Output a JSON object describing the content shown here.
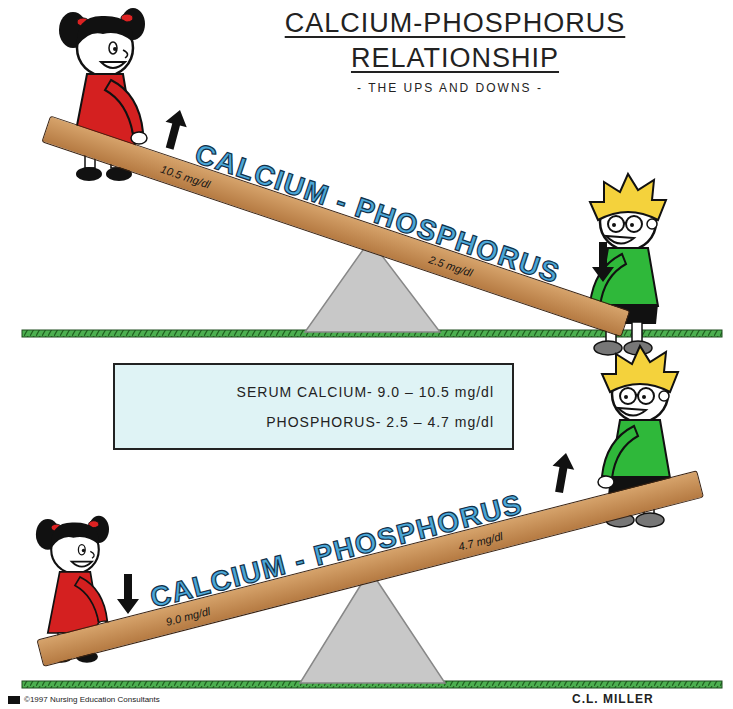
{
  "diagram": {
    "title": "CALCIUM-PHOSPHORUS RELATIONSHIP",
    "nodes": [
      {
        "text": [
          "CALCIUM - PHOSPHORUS",
          "10.5 mg/dl",
          "2.5 mg/dl"
        ]
      },
      {
        "text": [
          "SERUM CALCIUM- 9.0 – 10.5 mg/dl",
          "PHOSPHORUS- 2.5 – 4.7 mg/dl"
        ]
      },
      {
        "text": [
          "CALCIUM - PHOSPHORUS",
          "9.0 mg/dl",
          "4.7 mg/dl"
        ]
      }
    ],
    "labels": [
      "- THE UPS AND DOWNS -",
      "©1997 Nursing Education Consultants",
      "C.L. MILLER"
    ]
  }
}
